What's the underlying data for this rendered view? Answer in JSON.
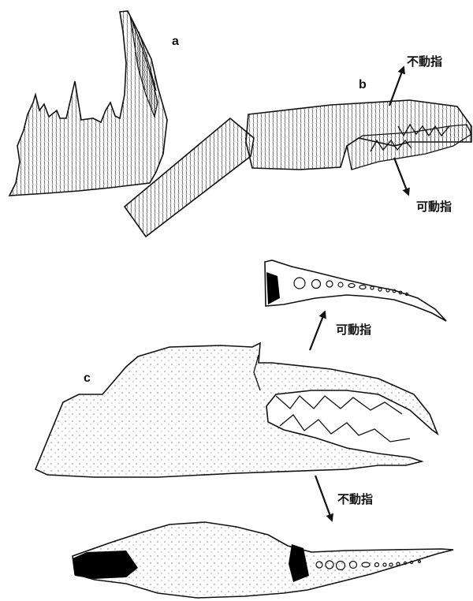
{
  "figure": {
    "panel_labels": {
      "a": "a",
      "b": "b",
      "c": "c"
    },
    "annotations": {
      "b_fixed_finger": "不動指",
      "b_movable_finger": "可動指",
      "c_movable_finger": "可動指",
      "c_fixed_finger": "不動指"
    },
    "colors": {
      "ink": "#111111",
      "fill": "#ffffff",
      "dark_mark": "#000000"
    }
  }
}
